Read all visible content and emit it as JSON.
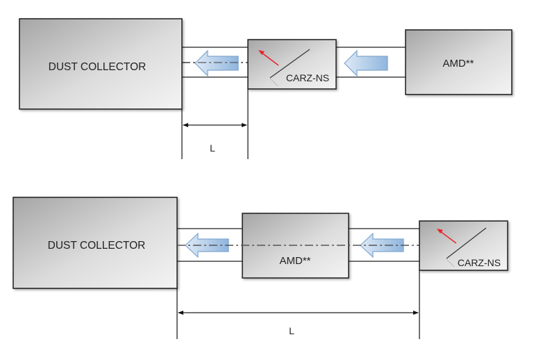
{
  "diagram_top": {
    "dust_collector_label": "DUST COLLECTOR",
    "carz_label": "CARZ-NS",
    "amd_label": "AMD**",
    "dimension_label": "L"
  },
  "diagram_bottom": {
    "dust_collector_label": "DUST COLLECTOR",
    "amd_label": "AMD**",
    "carz_label": "CARZ-NS",
    "dimension_label": "L"
  },
  "colors": {
    "box_stroke": "#1a1a1a",
    "flow_arrow_fill": "#a9c8e6",
    "flow_arrow_stroke": "#7fa6cf",
    "damper_arrow": "#e8232a",
    "duct_line": "#444444"
  }
}
